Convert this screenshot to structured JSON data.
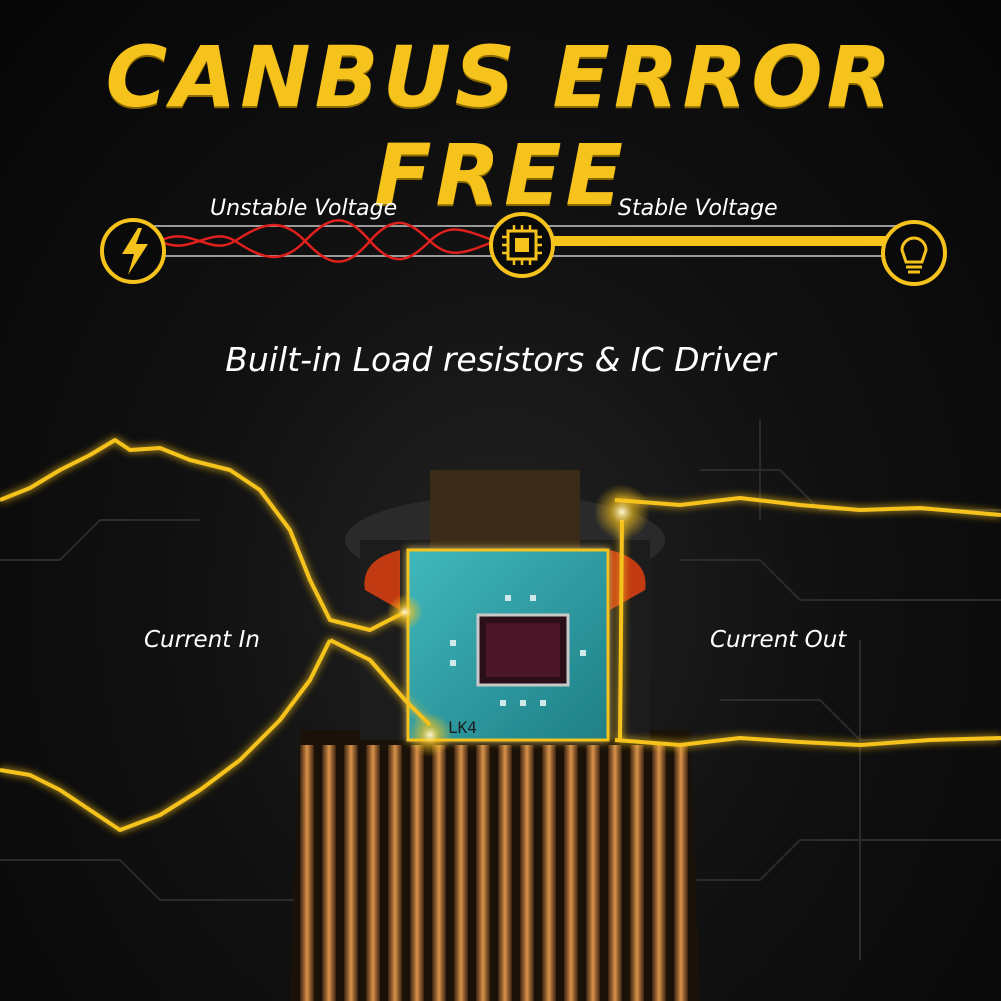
{
  "headline": "CANBUS ERROR FREE",
  "diagram": {
    "unstable_label": "Unstable Voltage",
    "stable_label": "Stable Voltage",
    "left_icon": "lightning-bolt-icon",
    "middle_icon": "chip-icon",
    "right_icon": "light-bulb-icon"
  },
  "subtitle": "Built-in Load resistors & IC Driver",
  "current_in": "Current In",
  "current_out": "Current Out",
  "chip_marking": "LK4",
  "colors": {
    "accent": "#f6c21c",
    "wave": "#e0201c",
    "board": "#2aa3a8"
  }
}
